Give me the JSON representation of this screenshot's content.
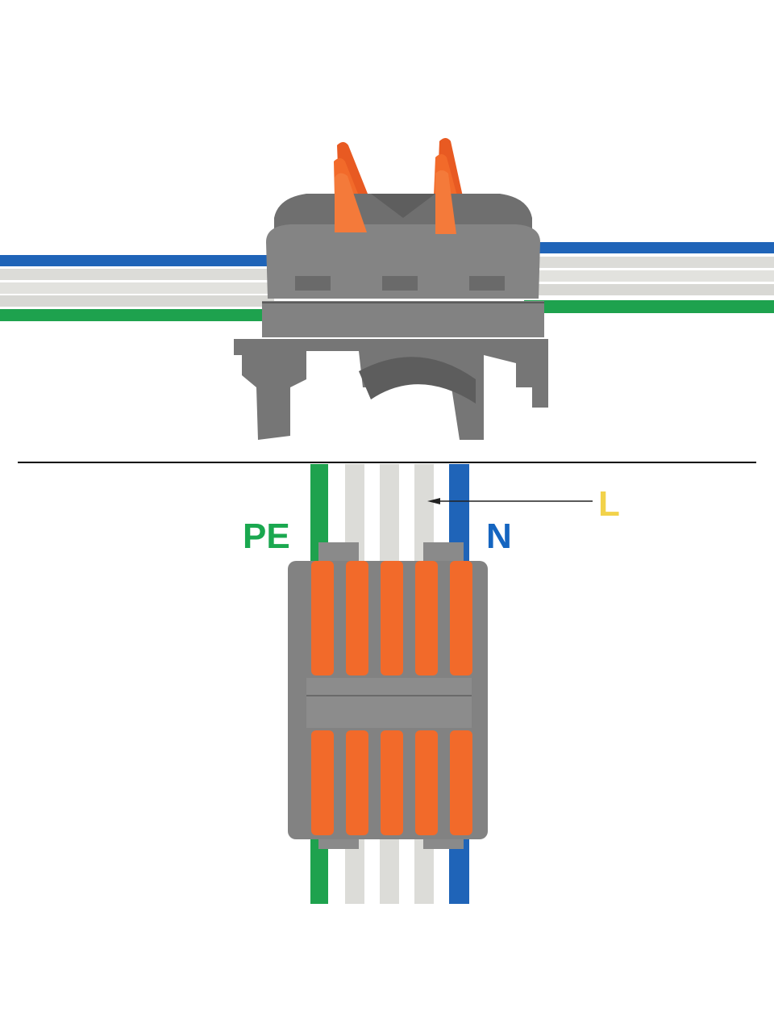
{
  "labels": {
    "pe": "PE",
    "n": "N",
    "l": "L"
  },
  "colors": {
    "pe": "#1aa84f",
    "n": "#1565c0",
    "l": "#f2d24a",
    "housing": "#7b7b7b",
    "lever": "#f26a2a",
    "wire_blue": "#1f64b8",
    "wire_green": "#1ea24e",
    "wire_white": "#dcdcd8"
  }
}
